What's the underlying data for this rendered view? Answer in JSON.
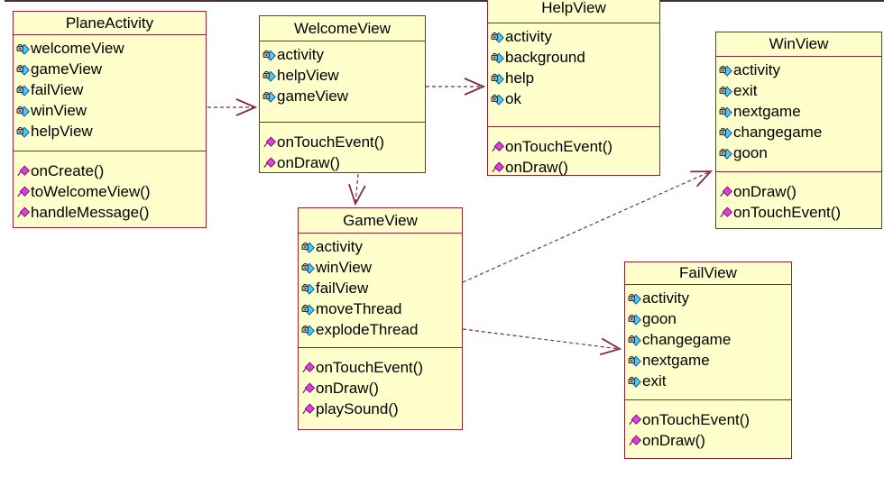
{
  "diagram": {
    "type": "uml-class-diagram",
    "colors": {
      "box_fill": "#FFFFCC",
      "box_border": "#8E2333",
      "arrow": "#7E2A49",
      "attribute_icon_fill": "#3FD2F8",
      "method_icon_fill": "#E13CE1",
      "lock_icon_fill": "#ABABAB",
      "text": "#000000"
    },
    "icons": {
      "attribute": "private-attribute-lock-icon",
      "method": "private-method-icon"
    },
    "classes": [
      {
        "title": "PlaneActivity",
        "attributes": [
          "welcomeView",
          "gameView",
          "failView",
          "winView",
          "helpView"
        ],
        "methods": [
          "onCreate()",
          "toWelcomeView()",
          "handleMessage()"
        ]
      },
      {
        "title": "WelcomeView",
        "attributes": [
          "activity",
          "helpView",
          "gameView"
        ],
        "methods": [
          "onTouchEvent()",
          "onDraw()"
        ]
      },
      {
        "title": "HelpView",
        "attributes": [
          "activity",
          "background",
          "help",
          "ok"
        ],
        "methods": [
          "onTouchEvent()",
          "onDraw()"
        ]
      },
      {
        "title": "WinView",
        "attributes": [
          "activity",
          "exit",
          "nextgame",
          "changegame",
          "goon"
        ],
        "methods": [
          "onDraw()",
          "onTouchEvent()"
        ]
      },
      {
        "title": "GameView",
        "attributes": [
          "activity",
          "winView",
          "failView",
          "moveThread",
          "explodeThread"
        ],
        "methods": [
          "onTouchEvent()",
          "onDraw()",
          "playSound()"
        ]
      },
      {
        "title": "FailView",
        "attributes": [
          "activity",
          "goon",
          "changegame",
          "nextgame",
          "exit"
        ],
        "methods": [
          "onTouchEvent()",
          "onDraw()"
        ]
      }
    ],
    "relations": [
      {
        "from": "PlaneActivity",
        "to": "WelcomeView",
        "type": "dependency-dashed-arrow"
      },
      {
        "from": "WelcomeView",
        "to": "HelpView",
        "type": "dependency-dashed-arrow"
      },
      {
        "from": "WelcomeView",
        "to": "GameView",
        "type": "dependency-dashed-arrow"
      },
      {
        "from": "GameView",
        "to": "WinView",
        "type": "dependency-dashed-arrow"
      },
      {
        "from": "GameView",
        "to": "FailView",
        "type": "dependency-dashed-arrow"
      }
    ]
  }
}
